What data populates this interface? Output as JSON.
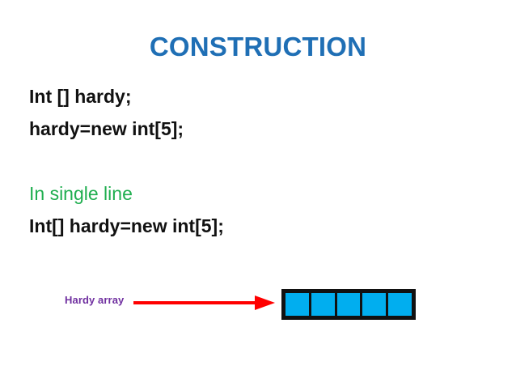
{
  "slide": {
    "title": "CONSTRUCTION",
    "title_color": "#1F6FB5",
    "background_color": "#FFFFFF"
  },
  "body": {
    "declaration": "Int [] hardy;",
    "allocation": "hardy=new int[5];",
    "single_line_heading": "In single line",
    "single_line_heading_color": "#1FAE4F",
    "combined": "Int[] hardy=new int[5];",
    "text_color": "#111111"
  },
  "diagram": {
    "array_label": "Hardy array",
    "array_label_color": "#7030A0",
    "arrow_color": "#FF0000",
    "arrow_direction": "right",
    "array": {
      "cell_count": 5,
      "cells": [
        "",
        "",
        "",
        "",
        ""
      ],
      "cell_fill_color": "#01AEEF",
      "border_color": "#111111"
    }
  }
}
